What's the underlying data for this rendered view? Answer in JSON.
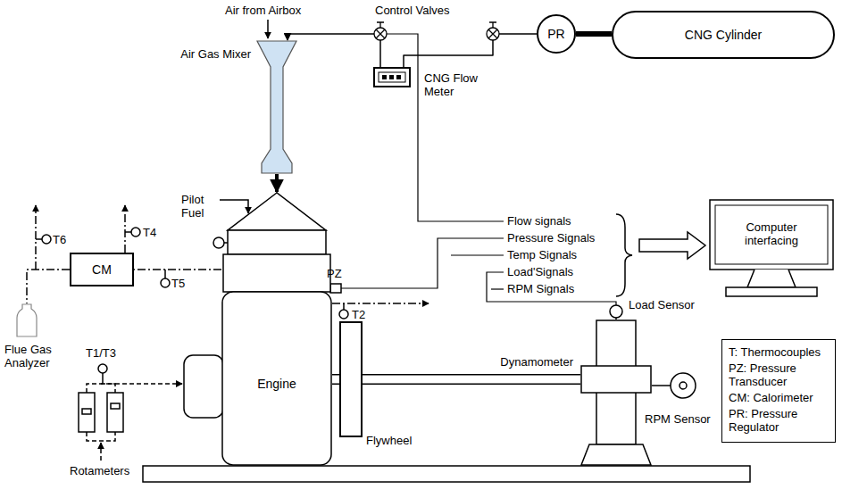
{
  "diagram": {
    "nodes": [
      {
        "text": [
          "CNG Cylinder"
        ]
      },
      {
        "text": [
          "PR"
        ]
      },
      {
        "text": [
          "CNG Flow Meter"
        ]
      },
      {
        "text": [
          "Air Gas Mixer"
        ]
      },
      {
        "text": [
          "Computer interfacing"
        ]
      },
      {
        "text": [
          "Engine"
        ]
      },
      {
        "text": [
          "Flywheel"
        ]
      },
      {
        "text": [
          "Dynamometer"
        ]
      },
      {
        "text": [
          "CM"
        ]
      },
      {
        "text": [
          "Flue Gas Analyzer"
        ]
      },
      {
        "text": [
          "T: Thermocouples",
          "PZ: Pressure Transducer",
          "CM: Calorimeter",
          "PR: Pressure Regulator"
        ]
      }
    ],
    "edges": [
      {
        "from": 0,
        "to": 1,
        "arrow": "none"
      },
      {
        "from": 1,
        "to": 2,
        "arrow": "none"
      },
      {
        "from": 2,
        "to": 3,
        "arrow": "to"
      },
      {
        "from": 3,
        "to": 5,
        "arrow": "to"
      },
      {
        "from": 5,
        "to": 6,
        "arrow": "none"
      },
      {
        "from": 6,
        "to": 7,
        "arrow": "none"
      },
      {
        "from": 5,
        "to": 8,
        "arrow": "none"
      },
      {
        "from": 8,
        "to": 9,
        "arrow": "none"
      }
    ],
    "labels": [
      "Air from Airbox",
      "Control Valves",
      "Pilot Fuel",
      "PZ",
      "T6",
      "T4",
      "T5",
      "T2",
      "T1/T3",
      "Rotameters",
      "Flow signals",
      "Pressure Signals",
      "Temp Signals",
      "Load'Signals",
      "RPM Signals",
      "Load Sensor",
      "RPM Sensor"
    ]
  }
}
